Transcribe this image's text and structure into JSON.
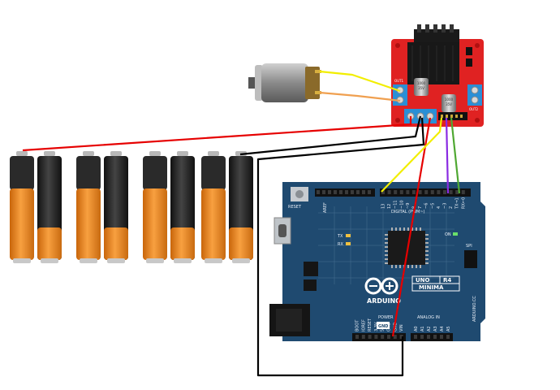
{
  "board": {
    "model_box_line1": "UNO",
    "model_box_line2": "R4",
    "model_box_line3": "MINIMA",
    "brand": "ARDUINO",
    "side_text": "ARDUINO.CC",
    "reset_label": "RESET",
    "digital_label": "DIGITAL (PWM~)",
    "power_label": "POWER",
    "analog_label": "ANALOG IN",
    "gnd_label": "GND",
    "tx_label": "TX",
    "rx_label": "RX",
    "on_label": "ON",
    "spi_label": "SPI",
    "aref_label": "AREF",
    "digital_pins": [
      "13",
      "12",
      "~11",
      "~10",
      "~9",
      "8",
      "7",
      "~6",
      "~5",
      "4",
      "~3",
      "2",
      "TX→1",
      "RX←0"
    ],
    "analog_pins": [
      "A0",
      "A1",
      "A2",
      "A3",
      "A4",
      "A5"
    ],
    "power_pins": [
      "BOOT",
      "IOREF",
      "RESET",
      "3.3V",
      "5V",
      "GND",
      "GND",
      "VIN"
    ]
  },
  "driver": {
    "cap_text_line1": "1000",
    "cap_text_line2": "35V",
    "out1_label": "OUT1",
    "out2_label": "OUT2"
  },
  "wire_colors": {
    "power_red": "#e60000",
    "ground_black": "#000000",
    "signal_yellow": "#f2ee00",
    "signal_purple": "#8a2be2",
    "signal_green": "#4fa832",
    "motor_yellow": "#f2ee00",
    "motor_orange": "#f0a050"
  },
  "component_colors": {
    "arduino_board": "#1f4a70",
    "driver_board": "#e02222",
    "battery_orange": "#f08a1e",
    "battery_black": "#2a2a2a",
    "terminal_blue": "#2a8fd6"
  },
  "battery_count": 8
}
